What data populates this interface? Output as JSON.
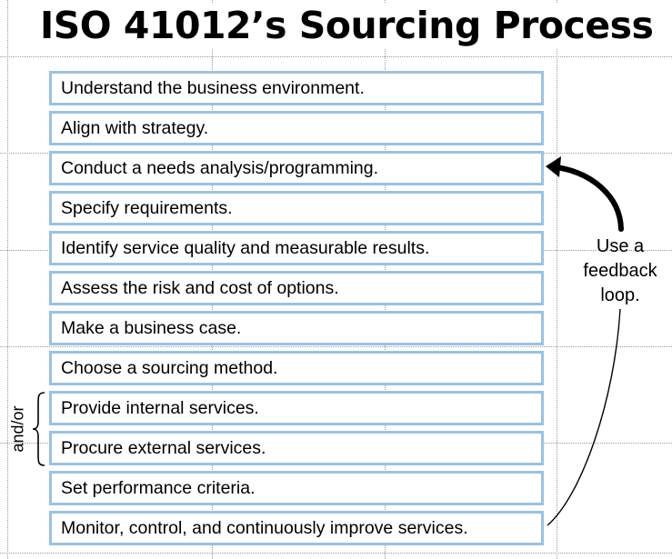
{
  "title": "ISO 41012’s Sourcing Process",
  "steps": [
    "Understand the business environment.",
    "Align with strategy.",
    "Conduct a needs analysis/programming.",
    "Specify requirements.",
    "Identify service quality and measurable results.",
    "Assess the risk and cost of options.",
    "Make a business case.",
    "Choose a sourcing method.",
    "Provide internal services.",
    "Procure external services.",
    "Set performance criteria.",
    "Monitor, control, and continuously improve services."
  ],
  "and_or_label": "and/or",
  "feedback_note": [
    "Use a",
    "feedback",
    "loop."
  ],
  "colors": {
    "box_border": "#9cc2e0",
    "text": "#000000",
    "arrow": "#000000"
  }
}
